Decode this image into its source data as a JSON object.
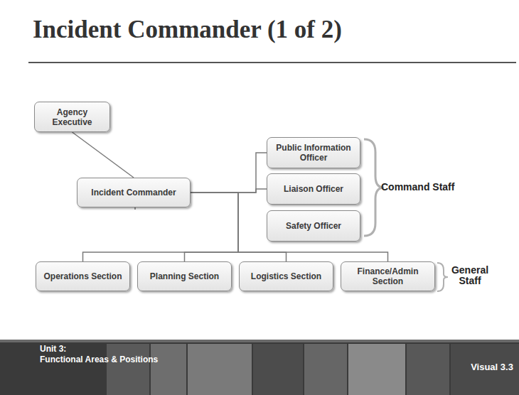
{
  "diagram": {
    "title": "Incident Commander (1 of 2)",
    "nodes": [
      {
        "text": [
          "Agency Executive"
        ]
      },
      {
        "text": [
          "Incident Commander"
        ]
      },
      {
        "text": [
          "Public Information Officer"
        ]
      },
      {
        "text": [
          "Liaison Officer"
        ]
      },
      {
        "text": [
          "Safety Officer"
        ]
      },
      {
        "text": [
          "Operations Section"
        ]
      },
      {
        "text": [
          "Planning Section"
        ]
      },
      {
        "text": [
          "Logistics Section"
        ]
      },
      {
        "text": [
          "Finance/Admin Section"
        ]
      }
    ],
    "edges": [
      {
        "from": 0,
        "to": 1,
        "arrow": "none"
      },
      {
        "from": 1,
        "to": 2,
        "arrow": "none"
      },
      {
        "from": 1,
        "to": 3,
        "arrow": "none"
      },
      {
        "from": 1,
        "to": 4,
        "arrow": "none"
      },
      {
        "from": 1,
        "to": 5,
        "arrow": "none"
      },
      {
        "from": 1,
        "to": 6,
        "arrow": "none"
      },
      {
        "from": 1,
        "to": 7,
        "arrow": "none"
      },
      {
        "from": 1,
        "to": 8,
        "arrow": "none"
      }
    ],
    "labels": [
      "Command Staff",
      "General Staff",
      "Unit 3:",
      "Functional Areas & Positions",
      "Visual 3.3"
    ]
  }
}
